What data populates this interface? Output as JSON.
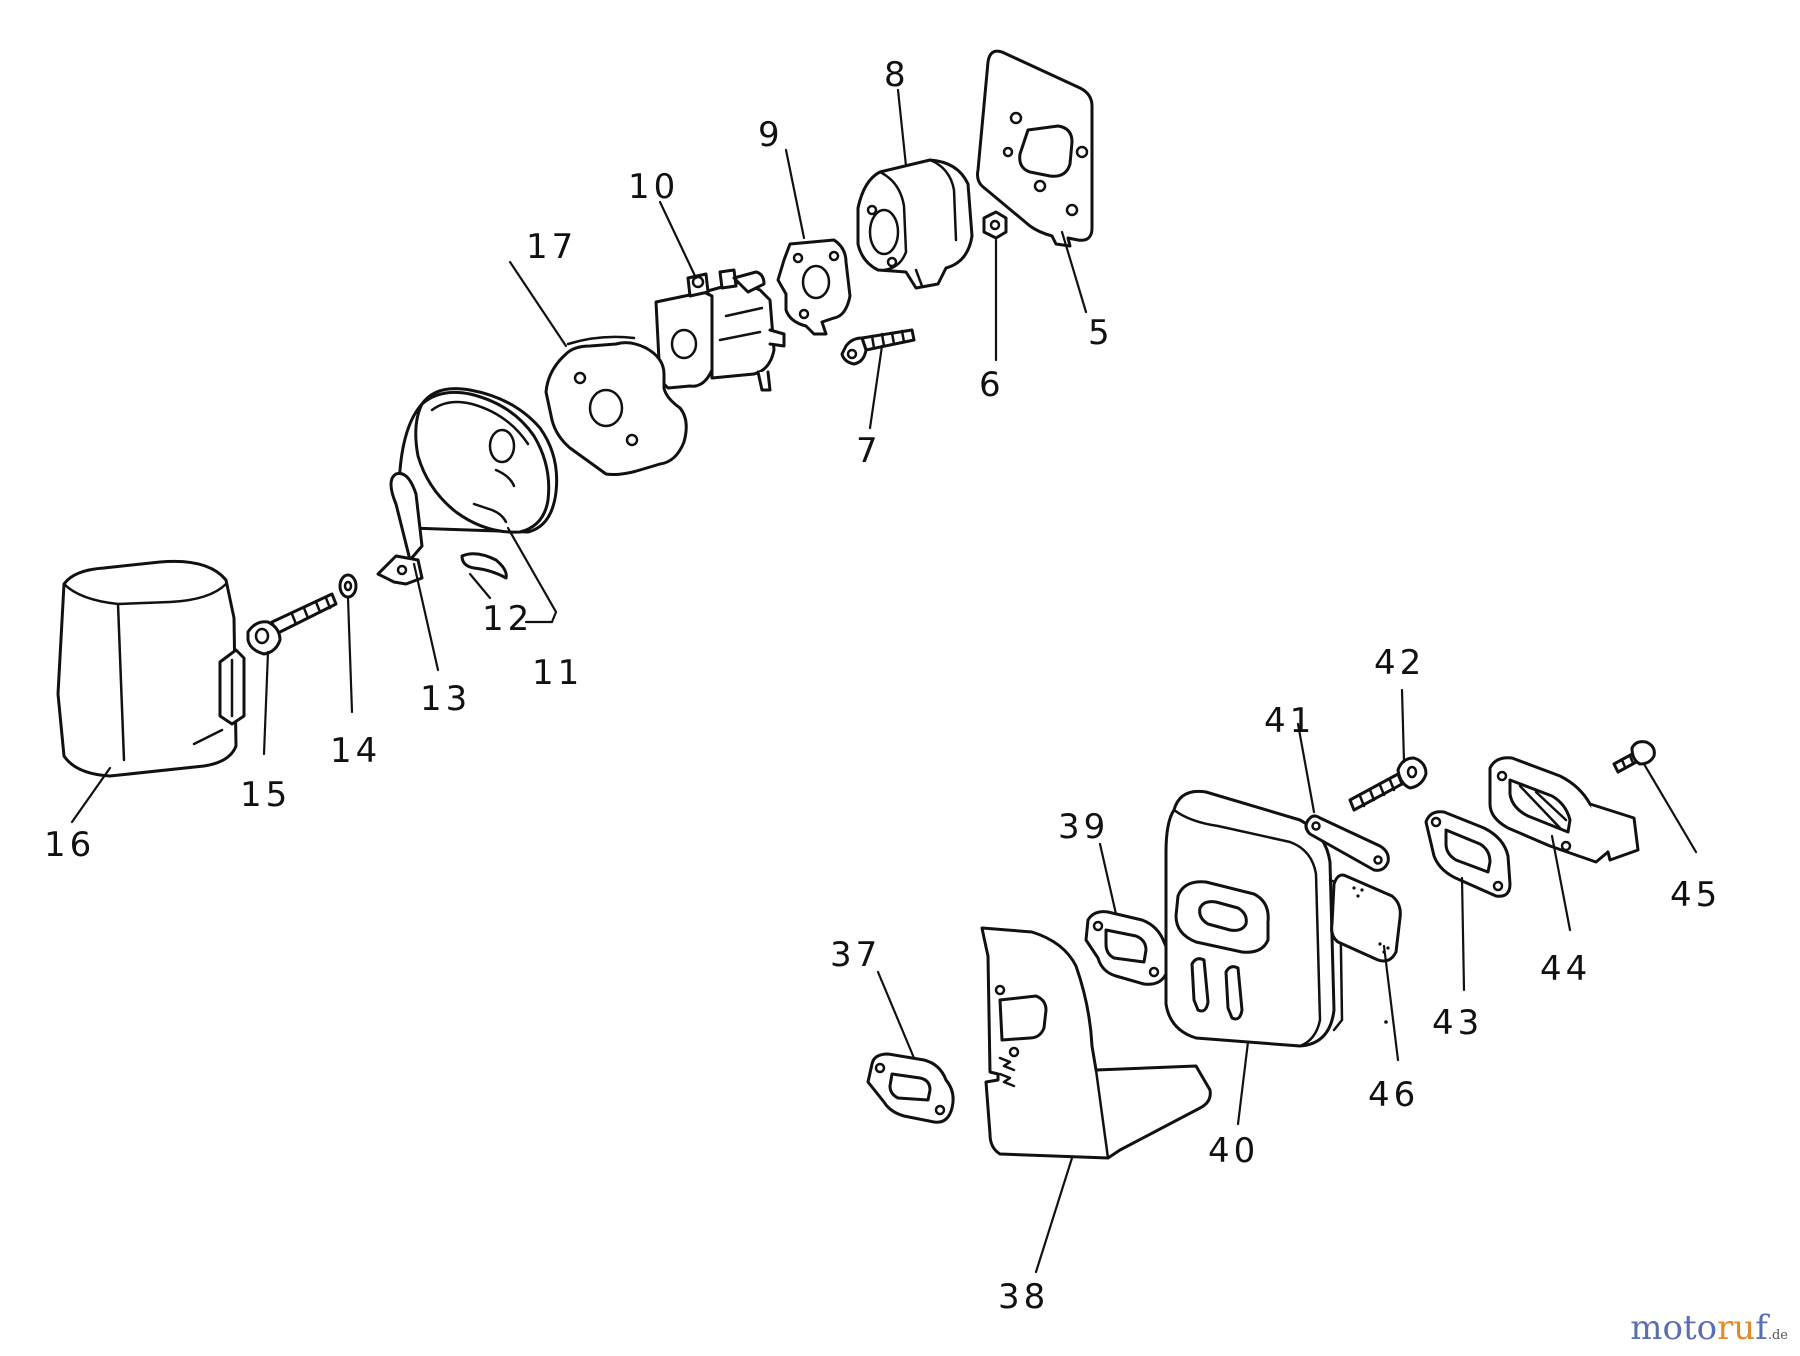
{
  "callouts": {
    "c5": "5",
    "c6": "6",
    "c7": "7",
    "c8": "8",
    "c9": "9",
    "c10": "10",
    "c11": "11",
    "c12": "12",
    "c13": "13",
    "c14": "14",
    "c15": "15",
    "c16": "16",
    "c17": "17",
    "c37": "37",
    "c38": "38",
    "c39": "39",
    "c40": "40",
    "c41": "41",
    "c42": "42",
    "c43": "43",
    "c44": "44",
    "c45": "45",
    "c46": "46"
  },
  "watermark": {
    "part1": "moto",
    "part2": "ru",
    "part3": "f",
    "tld": ".de"
  },
  "colors": {
    "line": "#111111",
    "background": "#ffffff",
    "watermark_blue": "#5a6fb0",
    "watermark_orange": "#e08a2a"
  }
}
